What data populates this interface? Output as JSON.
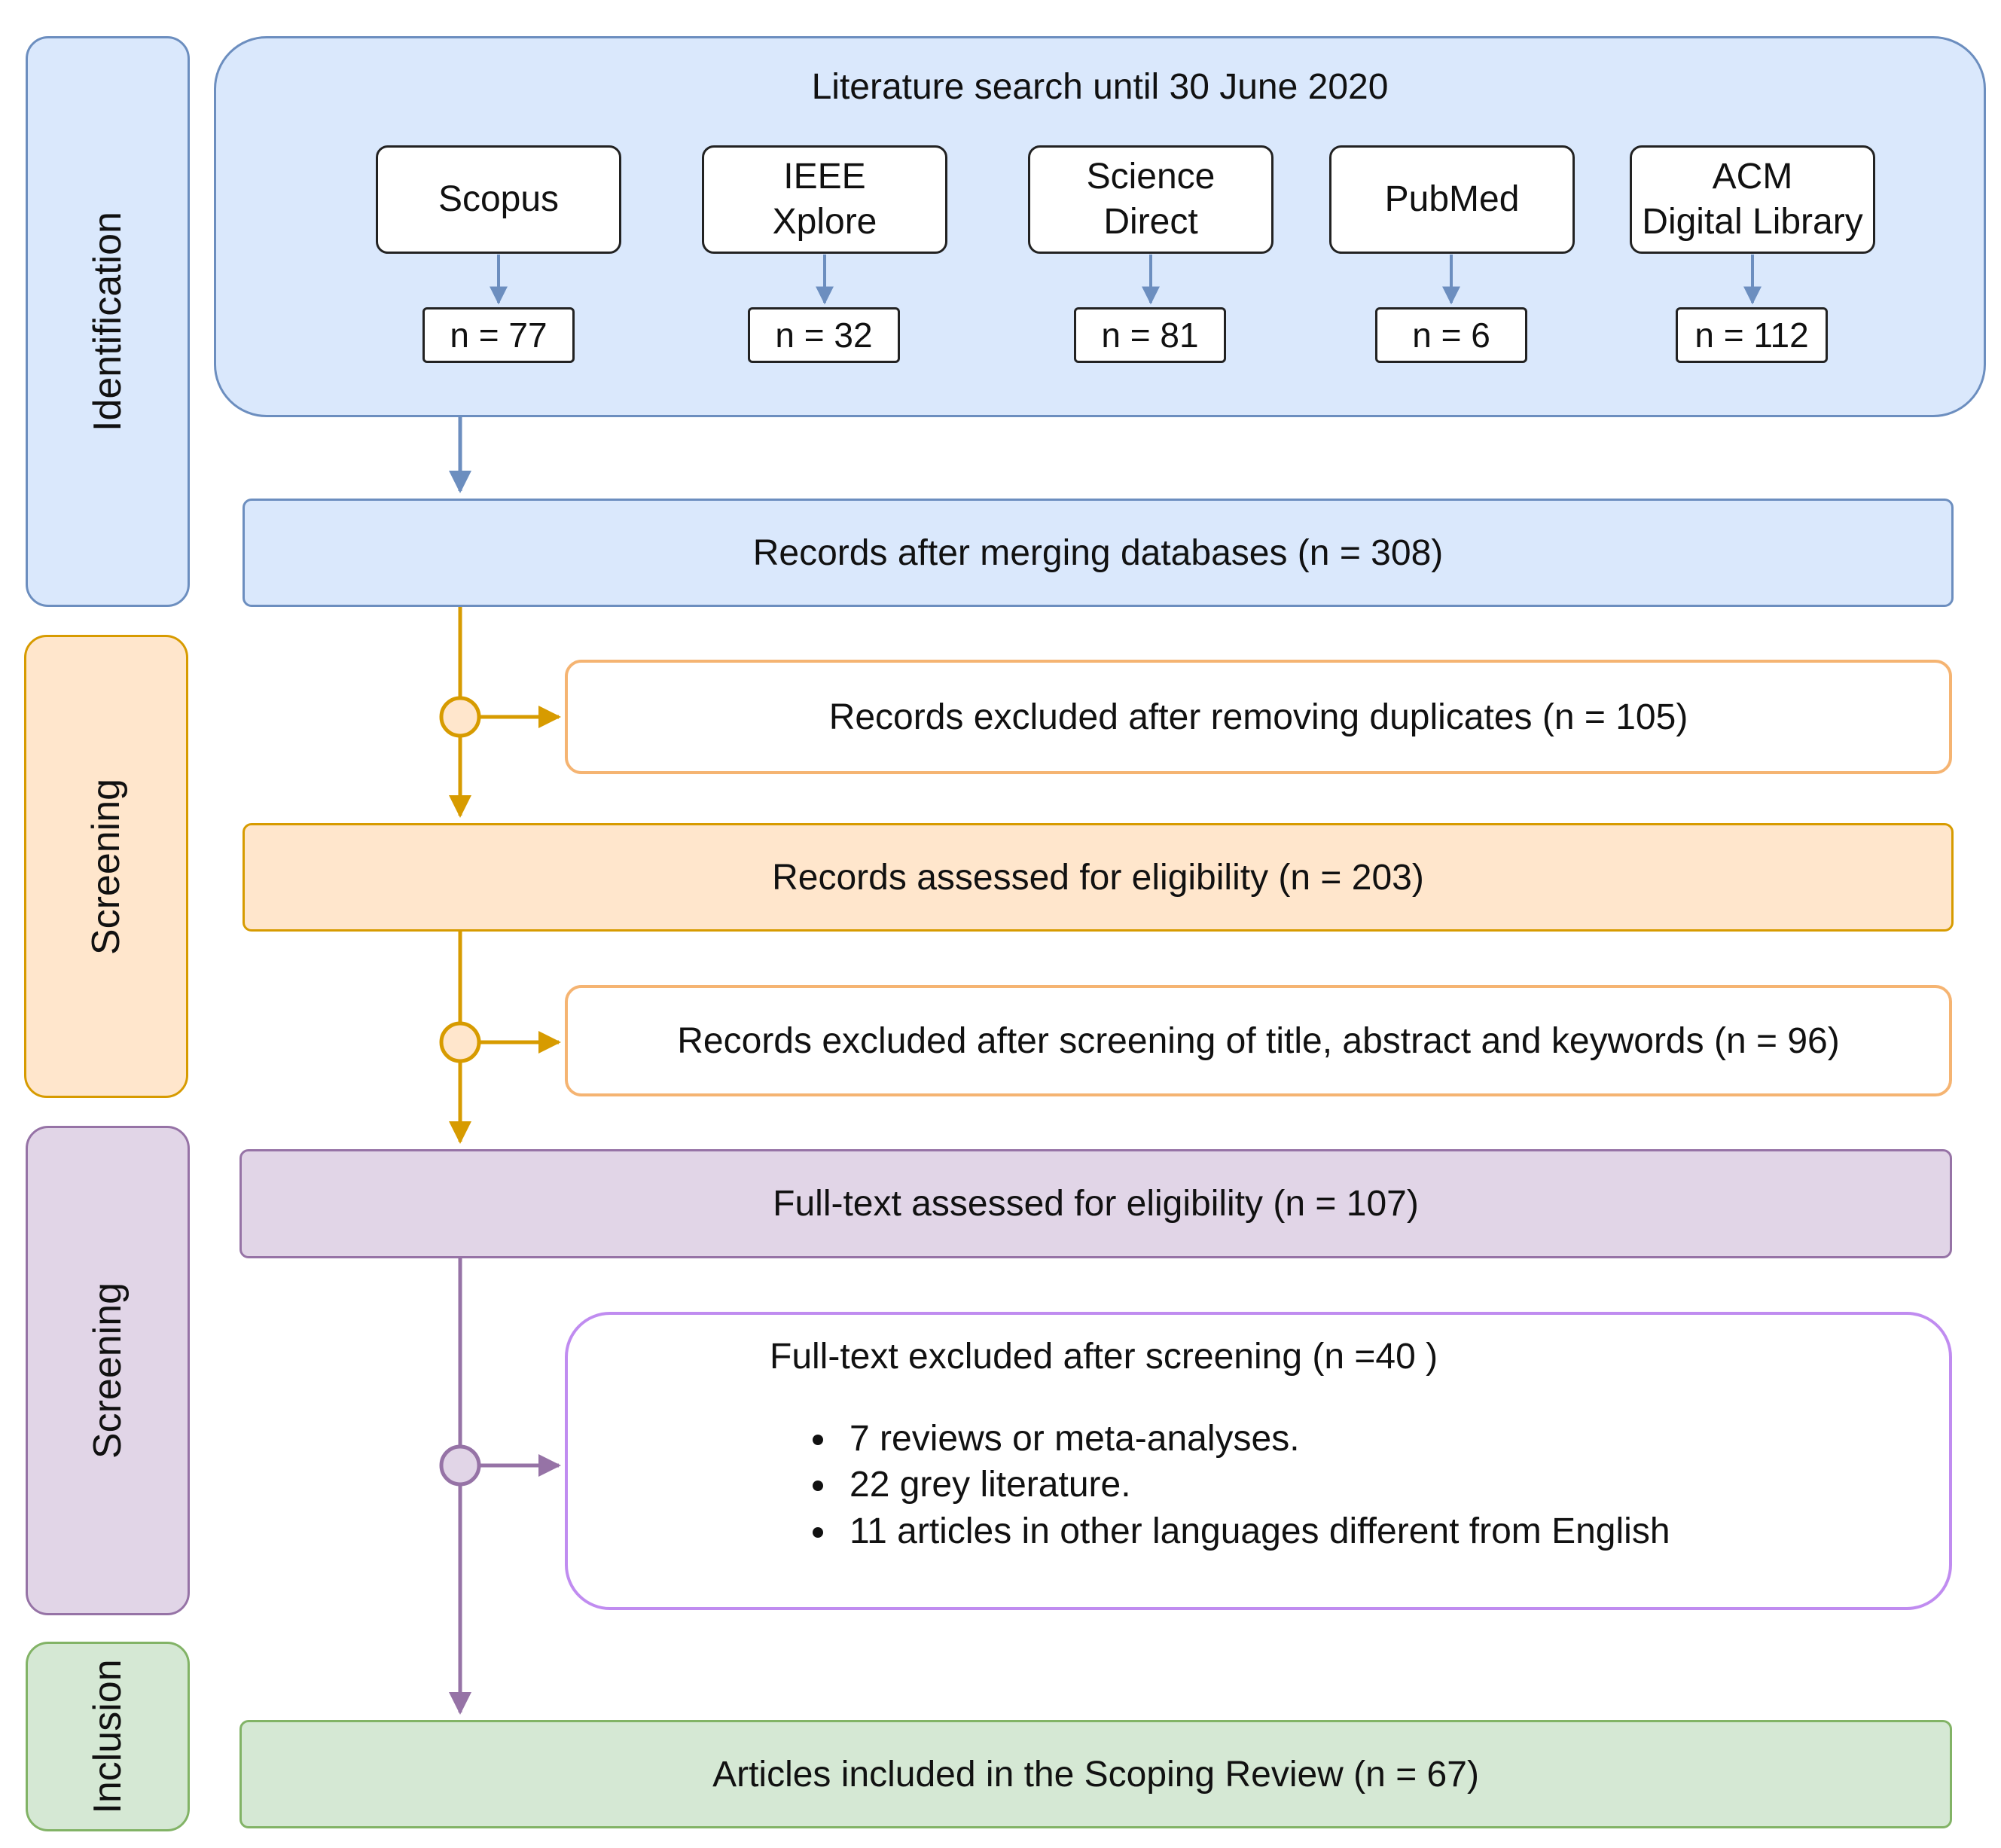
{
  "phases": {
    "identification": "Identification",
    "screening1": "Screening",
    "screening2": "Screening",
    "inclusion": "Inclusion"
  },
  "search": {
    "title": "Literature search until 30 June 2020",
    "databases": [
      {
        "name_line1": "Scopus",
        "name_line2": "",
        "count": "n = 77"
      },
      {
        "name_line1": "IEEE",
        "name_line2": "Xplore",
        "count": "n = 32"
      },
      {
        "name_line1": "Science",
        "name_line2": "Direct",
        "count": "n = 81"
      },
      {
        "name_line1": "PubMed",
        "name_line2": "",
        "count": "n = 6"
      },
      {
        "name_line1": "ACM",
        "name_line2": "Digital Library",
        "count": "n = 112"
      }
    ]
  },
  "flow": {
    "merged": "Records after merging databases  (n = 308)",
    "excluded_duplicates": "Records excluded after removing duplicates  (n = 105)",
    "assessed": "Records assessed for eligibility  (n = 203)",
    "excluded_screening": "Records excluded after screening of title, abstract and keywords (n = 96)",
    "fulltext_assessed": "Full-text assessed for eligibility  (n = 107)",
    "fulltext_excluded": {
      "title": "Full-text excluded after screening  (n =40 )",
      "reasons": [
        "7 reviews or meta-analyses.",
        "22 grey literature.",
        "11 articles in other languages different from English"
      ]
    },
    "included": "Articles included in the Scoping Review  (n = 67)"
  },
  "colors": {
    "blue_fill": "#dae8fc",
    "blue_stroke": "#6c8ebf",
    "orange_fill": "#ffe6cc",
    "orange_stroke": "#d79b00",
    "orange_border": "#f5b472",
    "purple_fill": "#e1d5e7",
    "purple_stroke": "#9673a6",
    "purple_border": "#c08cf0",
    "green_fill": "#d5e8d4",
    "green_stroke": "#82b366"
  }
}
